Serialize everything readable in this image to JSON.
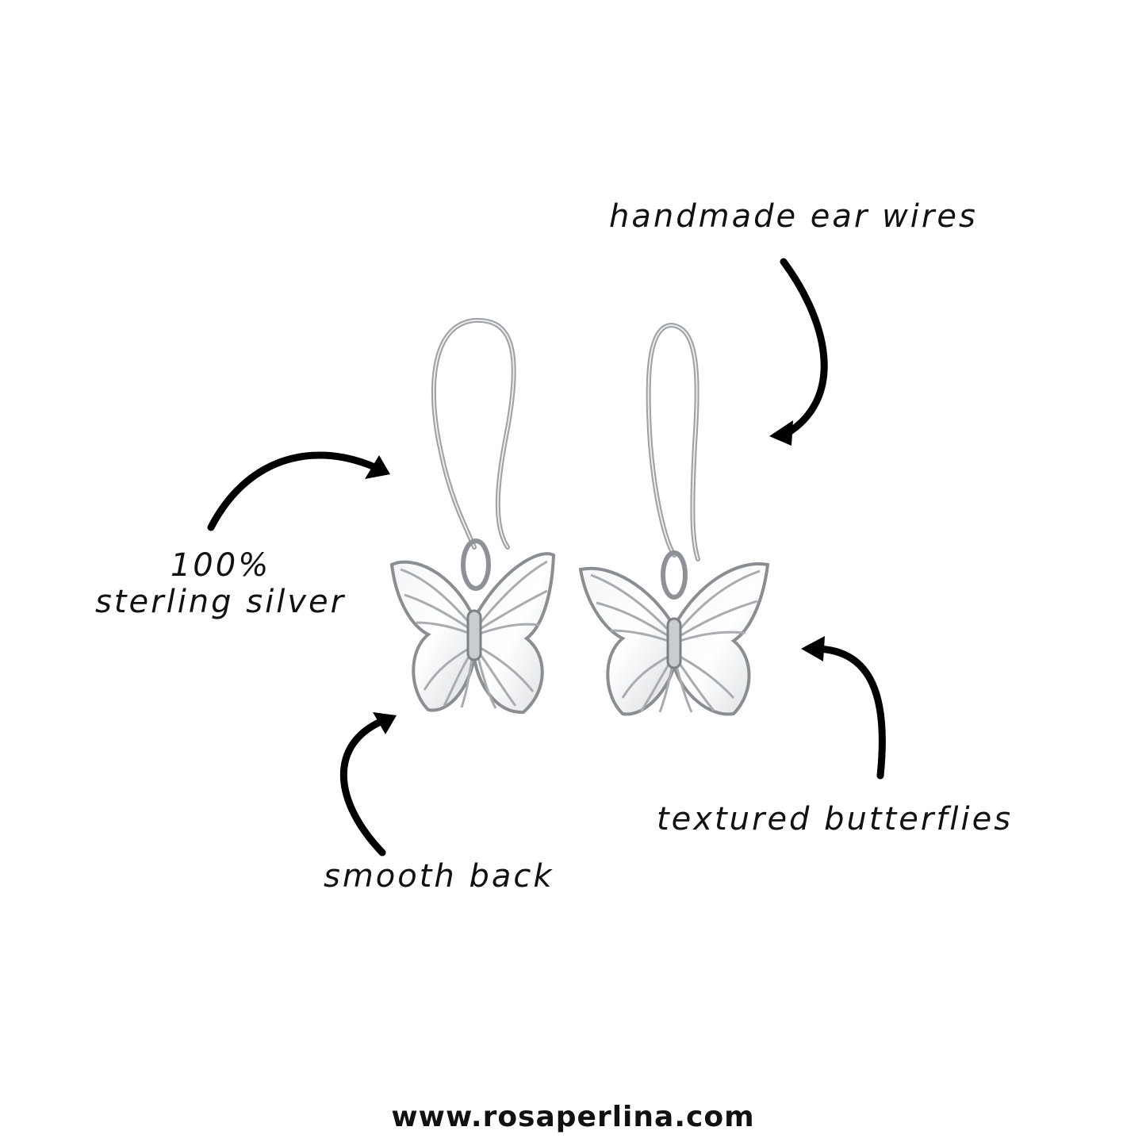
{
  "annotations": {
    "ear_wires": "handmade ear wires",
    "silver_line1": "100%",
    "silver_line2": "sterling silver",
    "textured": "textured butterflies",
    "smooth": "smooth back"
  },
  "footer": {
    "url": "www.rosaperlina.com"
  },
  "colors": {
    "background": "#ffffff",
    "text": "#111111",
    "silver": "#b8bcc0",
    "silver_dark": "#7d8185"
  },
  "icons": [
    "arrow-icon",
    "butterfly-earring"
  ]
}
